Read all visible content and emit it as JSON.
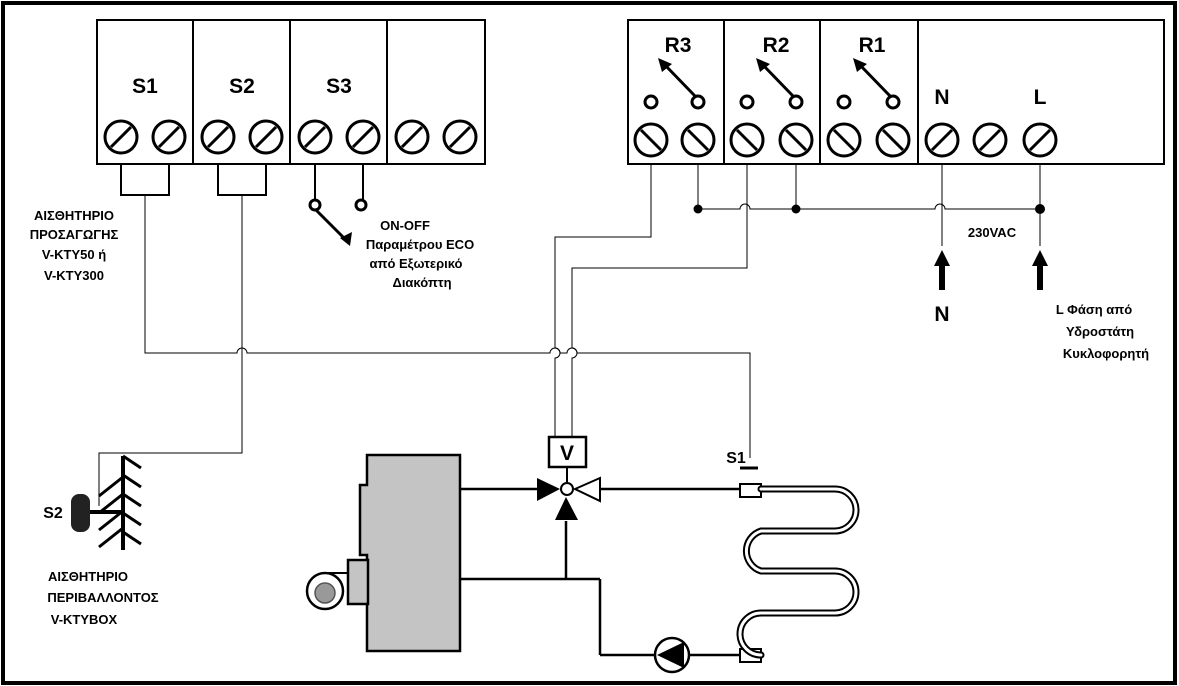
{
  "left_block": {
    "labels": [
      "S1",
      "S2",
      "S3",
      ""
    ]
  },
  "right_block": {
    "relay_labels": [
      "R3",
      "R2",
      "R1"
    ],
    "power_labels": [
      "N",
      "L"
    ]
  },
  "supply": {
    "voltage": "230VAC",
    "n_label": "N",
    "l_label_lines": [
      "L Φάση από",
      "Υδροστάτη",
      "Κυκλοφορητή"
    ]
  },
  "sensor_supply": {
    "lines": [
      "ΑΙΣΘΗΤΗΡΙΟ",
      "ΠΡΟΣΑΓΩΓΗΣ",
      "V-KTY50 ή",
      "V-KTY300"
    ]
  },
  "eco_switch": {
    "lines": [
      "ON-OFF",
      "Παραμέτρου  ECO",
      "από Εξωτερικό",
      "Διακόπτη"
    ]
  },
  "sensor_ambient": {
    "tag": "S2",
    "lines": [
      "ΑΙΣΘΗΤΗΡΙΟ",
      "ΠΕΡΙΒΑΛΛΟΝΤΟΣ",
      "V-KTYBOX"
    ]
  },
  "valve": {
    "label": "V"
  },
  "flow_sensor": {
    "label": "S1"
  }
}
